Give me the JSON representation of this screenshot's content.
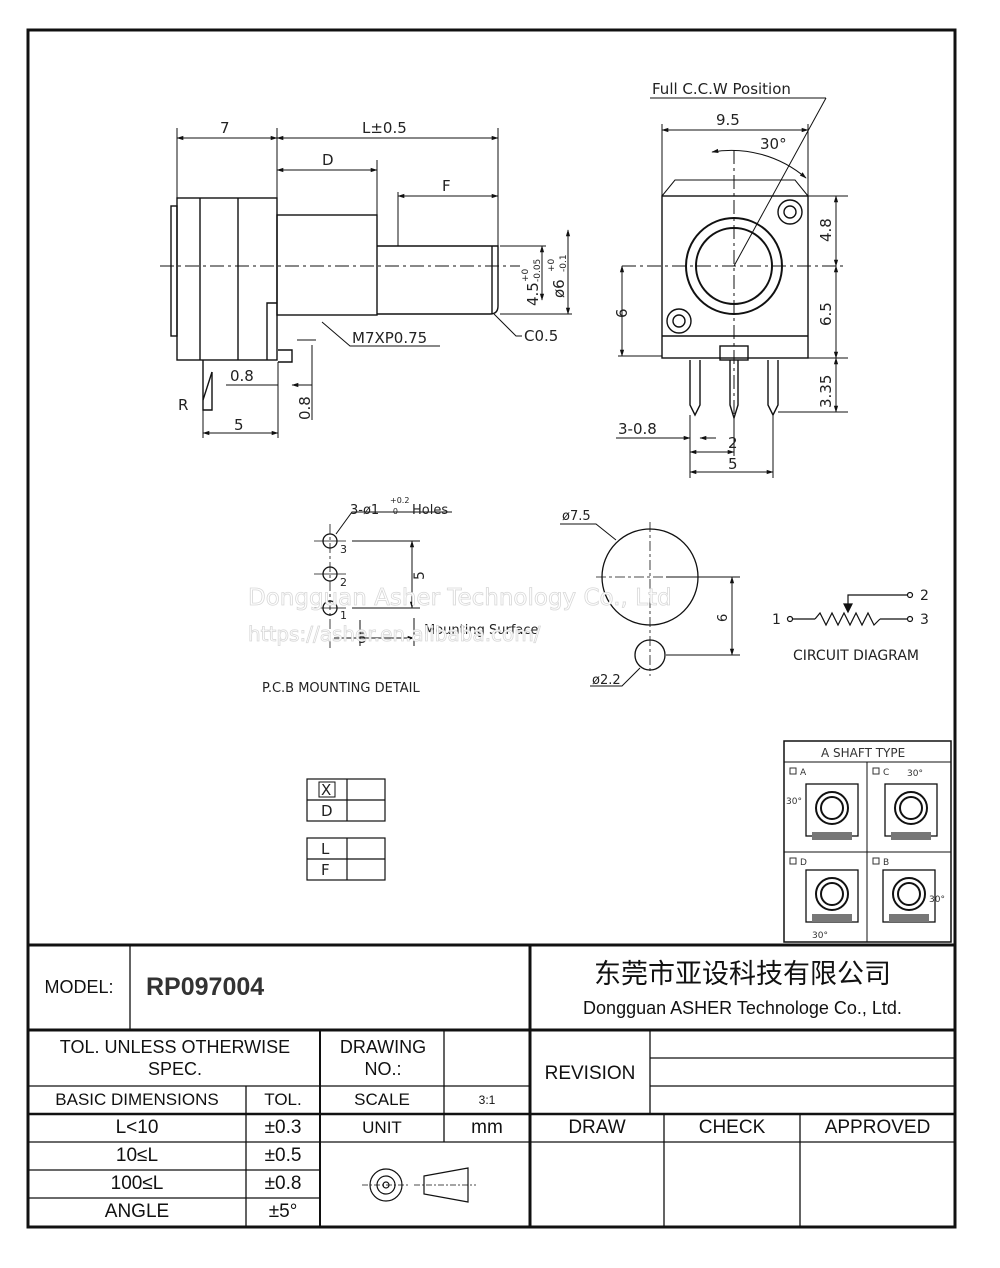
{
  "drawing": {
    "side_view": {
      "dim_7": "7",
      "dim_l": "L±0.5",
      "dim_d": "D",
      "dim_f": "F",
      "shaft_dia_a": "4.5",
      "shaft_dia_a_tol_upper": "+0",
      "shaft_dia_a_tol_lower": "-0.05",
      "shaft_dia_b": "ø6",
      "shaft_dia_b_tol_upper": "+0",
      "shaft_dia_b_tol_lower": "-0.1",
      "thread": "M7XP0.75",
      "chamfer": "C0.5",
      "dim_08_h": "0.8",
      "dim_08_v": "0.8",
      "dim_5": "5",
      "r_label": "R"
    },
    "front_view": {
      "position_label": "Full C.C.W Position",
      "angle": "30°",
      "width": "9.5",
      "dim_48": "4.8",
      "dim_65": "6.5",
      "dim_335": "3.35",
      "dim_6": "6",
      "pins": "3-0.8",
      "pitch": "2",
      "pin_span": "5"
    },
    "pcb": {
      "holes_label_prefix": "3-ø1",
      "holes_tol_upper": "+0.2",
      "holes_tol_lower": "-0",
      "holes_label_suffix": "Holes",
      "pin_3": "3",
      "pin_2": "2",
      "pin_1": "1",
      "dim_5": "5",
      "dim_5_h": "5",
      "mounting_surface": "Mounting Surface",
      "title": "P.C.B MOUNTING DETAIL"
    },
    "panel": {
      "dia_75": "ø7.5",
      "dia_22": "ø2.2",
      "dim_6": "6"
    },
    "circuit": {
      "pin1": "1",
      "pin2": "2",
      "pin3": "3",
      "title": "CIRCUIT DIAGRAM"
    },
    "shaft_type": {
      "title": "A SHAFT TYPE",
      "cells": [
        {
          "label": "A",
          "angle": "30°"
        },
        {
          "label": "C",
          "angle": "30°"
        },
        {
          "label": "D",
          "angle": "30°"
        },
        {
          "label": "B",
          "angle": "30°"
        }
      ]
    },
    "legend_boxes": {
      "x": "X",
      "d": "D",
      "l": "L",
      "f": "F"
    },
    "watermark": {
      "line1": "Dongguan Asher Technology Co., Ltd",
      "line2": "https://asher.en.alibaba.com/"
    }
  },
  "title_block": {
    "model_label": "MODEL:",
    "model_value": "RP097004",
    "company_cn": "东莞市亚设科技有限公司",
    "company_en": "Dongguan ASHER Technologe Co., Ltd.",
    "tol_header": "TOL. UNLESS  OTHERWISE SPEC.",
    "drawing_no_label": "DRAWING NO.:",
    "drawing_no_value": "",
    "revision_label": "REVISION",
    "basic_dimensions": "BASIC DIMENSIONS",
    "tol": "TOL.",
    "scale_label": "SCALE",
    "scale_value": "3:1",
    "unit_label": "UNIT",
    "unit_value": "mm",
    "draw": "DRAW",
    "check": "CHECK",
    "approved": "APPROVED",
    "tolerances": [
      {
        "range": "L<10",
        "tol": "±0.3"
      },
      {
        "range": "10≤L",
        "tol": "±0.5"
      },
      {
        "range": "100≤L",
        "tol": "±0.8"
      },
      {
        "range": "ANGLE",
        "tol": "±5°"
      }
    ]
  }
}
